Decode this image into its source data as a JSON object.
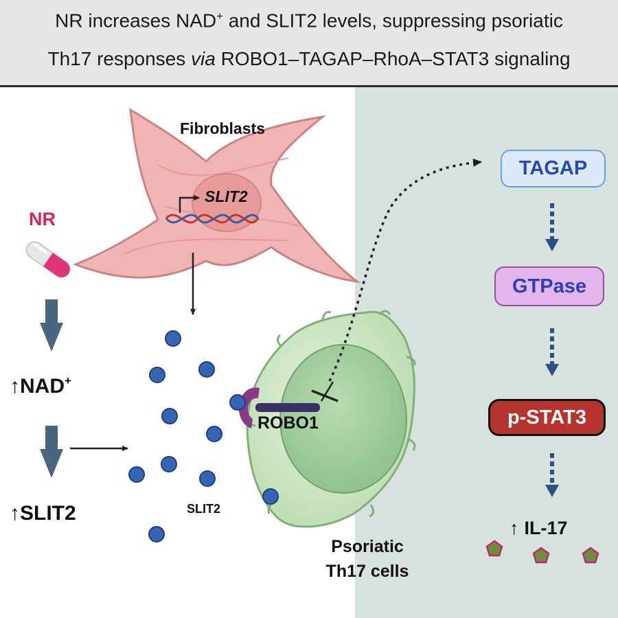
{
  "title": {
    "line1_pre": "NR increases NAD",
    "line1_sup": "+",
    "line1_post": " and SLIT2 levels, suppressing psoriatic",
    "line2_pre": "Th17 responses ",
    "line2_em": "via",
    "line2_post": " ROBO1–TAGAP–RhoA–STAT3 signaling"
  },
  "labels": {
    "fibroblasts": "Fibroblasts",
    "slit2_gene": "SLIT2",
    "nr": "NR",
    "nad_arrow": "↑",
    "nad": "NAD",
    "nad_sup": "+",
    "slit2_arrow": "↑",
    "slit2_level": "SLIT2",
    "slit2_protein": "SLIT2",
    "robo1": "ROBO1",
    "cell_line1": "Psoriatic",
    "cell_line2": "Th17 cells",
    "il17_arrow": "↑",
    "il17": "IL-17"
  },
  "pathway": [
    {
      "id": "tagap",
      "label": "TAGAP"
    },
    {
      "id": "gtpase",
      "label": "GTPase"
    },
    {
      "id": "pstat3",
      "label": "p-STAT3"
    }
  ],
  "colors": {
    "title_bg": "#e6e6e6",
    "right_panel_bg": "#d6e2dc",
    "nr_label": "#d6245a",
    "slit2_dot": "#3466b5",
    "arrow_blue": "#2d4f88",
    "arrow_grey": "#4a6580",
    "fibroblast": "#f0b4b2",
    "cell_green": "#cde7c3",
    "robo1_receptor": "#8a3a86",
    "il17_marker": "#6e8f3a"
  },
  "icons": {
    "capsule": "capsule-icon",
    "dna": "dna-helix-icon",
    "promoter": "promoter-arrow-icon",
    "receptor": "receptor-icon",
    "inhibition": "inhibition-bar-icon",
    "il17_marker": "pentagon-icon"
  }
}
